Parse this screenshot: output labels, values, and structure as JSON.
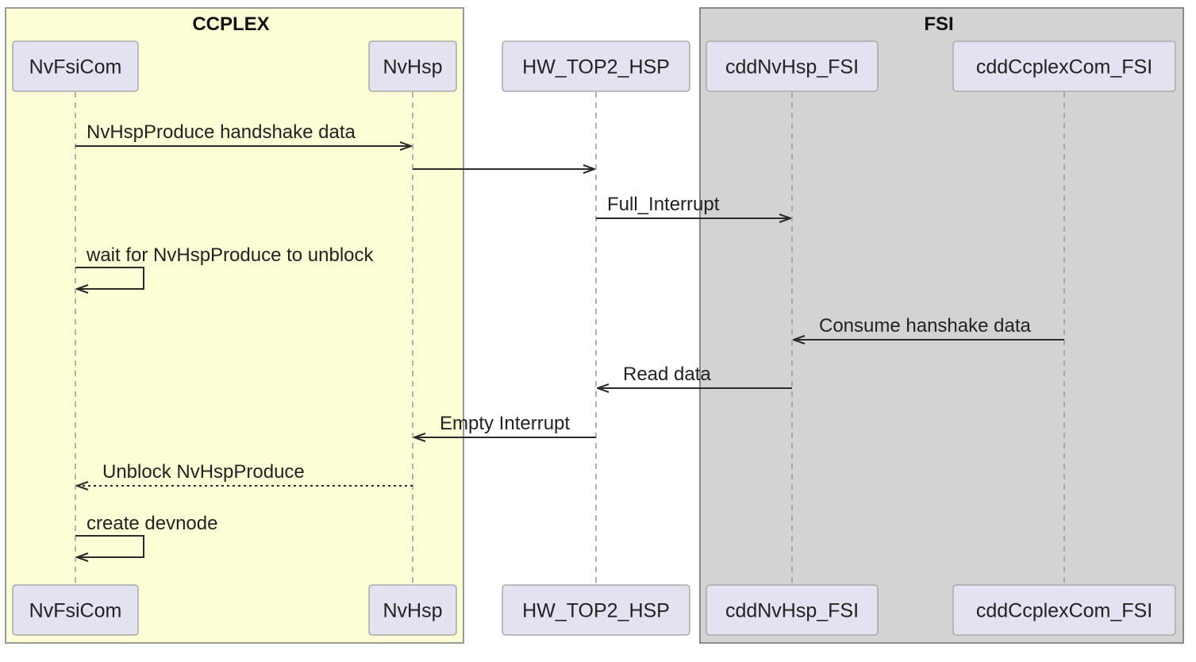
{
  "groups": [
    {
      "id": "ccplex",
      "label": "CCPLEX",
      "fill": "#fefed6",
      "stroke": "#9a9a9a"
    },
    {
      "id": "fsi",
      "label": "FSI",
      "fill": "#d3d3d3",
      "stroke": "#8a8a8a"
    }
  ],
  "participants": [
    {
      "id": "nvfsicom",
      "label": "NvFsiCom"
    },
    {
      "id": "nvhsp",
      "label": "NvHsp"
    },
    {
      "id": "hwtop2hsp",
      "label": "HW_TOP2_HSP"
    },
    {
      "id": "cddnvhspfsi",
      "label": "cddNvHsp_FSI"
    },
    {
      "id": "cddccplexcomfsi",
      "label": "cddCcplexCom_FSI"
    }
  ],
  "messages": [
    {
      "from": "nvfsicom",
      "to": "nvhsp",
      "label": "NvHspProduce handshake data",
      "style": "solid"
    },
    {
      "from": "nvhsp",
      "to": "hwtop2hsp",
      "label": "",
      "style": "solid"
    },
    {
      "from": "hwtop2hsp",
      "to": "cddnvhspfsi",
      "label": "Full_Interrupt",
      "style": "solid"
    },
    {
      "from": "nvfsicom",
      "to": "nvfsicom",
      "label": "wait for NvHspProduce to unblock",
      "style": "self"
    },
    {
      "from": "cddccplexcomfsi",
      "to": "cddnvhspfsi",
      "label": "Consume hanshake data",
      "style": "solid"
    },
    {
      "from": "cddnvhspfsi",
      "to": "hwtop2hsp",
      "label": "Read data",
      "style": "solid"
    },
    {
      "from": "hwtop2hsp",
      "to": "nvhsp",
      "label": "Empty Interrupt",
      "style": "solid"
    },
    {
      "from": "nvhsp",
      "to": "nvfsicom",
      "label": "Unblock NvHspProduce",
      "style": "dotted"
    },
    {
      "from": "nvfsicom",
      "to": "nvfsicom",
      "label": "create devnode",
      "style": "self"
    }
  ],
  "colors": {
    "participant_fill": "#e2e2f0",
    "participant_stroke": "#aaaaaa",
    "lifeline": "#999999",
    "arrow": "#2a2a2a"
  }
}
